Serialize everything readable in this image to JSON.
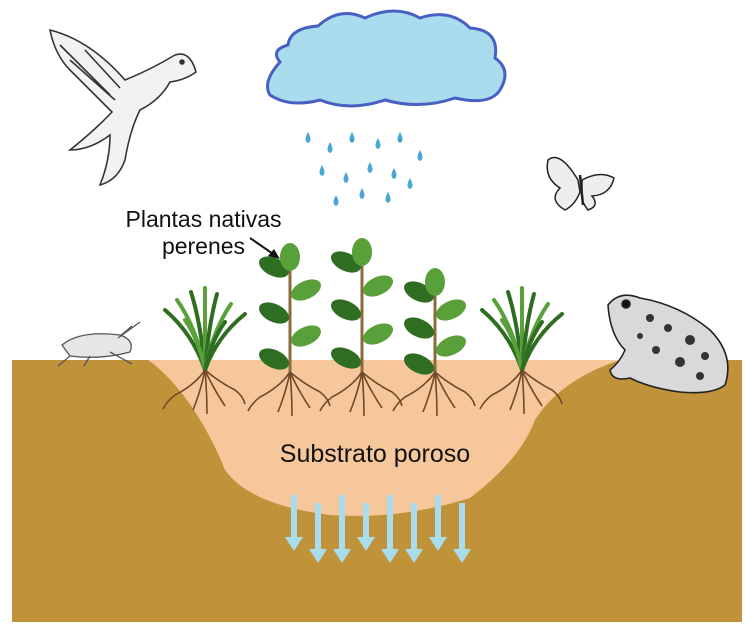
{
  "labels": {
    "plants_line1": "Plantas nativas",
    "plants_line2": "perenes",
    "substrate": "Substrato poroso"
  },
  "colors": {
    "soil": "#c0923a",
    "substrate": "#f7c79c",
    "cloud_fill": "#a9dcec",
    "cloud_stroke": "#4a5fc4",
    "rain": "#4aa6d6",
    "arrows": "#a9dcec",
    "leaf": "#5aa03a",
    "leaf_dark": "#2f6d22",
    "roots": "#6e4a2a",
    "animal_ink": "#333333"
  },
  "icons": [
    "bird-icon",
    "cloud-icon",
    "butterfly-icon",
    "grasshopper-icon",
    "frog-icon"
  ]
}
